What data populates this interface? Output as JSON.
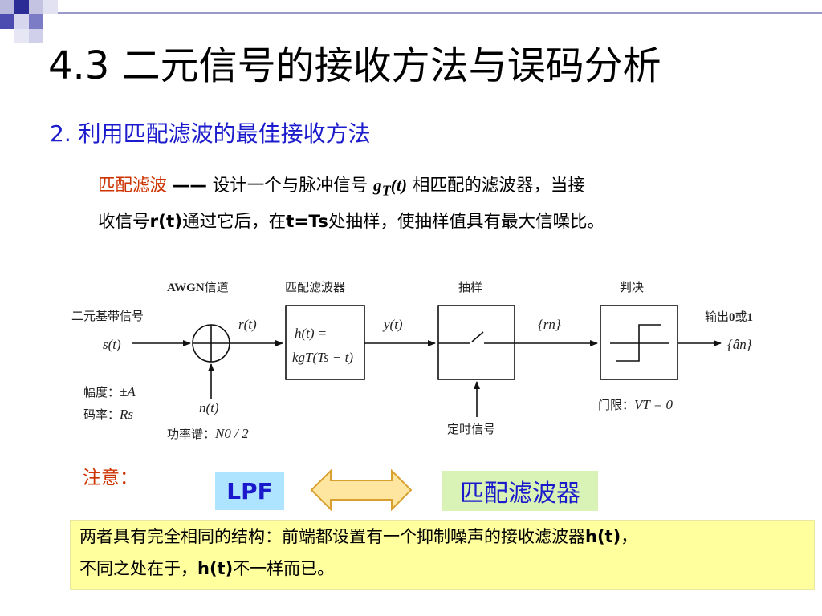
{
  "slide": {
    "title": "4.3 二元信号的接收方法与误码分析",
    "subtitle": "2. 利用匹配滤波的最佳接收方法",
    "definition": {
      "term": "匹配滤波",
      "dash": "——",
      "text_a": " 设计一个与脉冲信号 ",
      "g_symbol": "g",
      "g_subscript": "T",
      "g_arg": "(t)",
      "text_b": " 相匹配的滤波器，当接",
      "line2_a": "收信号",
      "line2_rt": "r(t)",
      "line2_b": "通过它后，在",
      "line2_ts": "t=Ts",
      "line2_c": "处抽样，使抽样值具有最大信噪比。"
    },
    "diagram": {
      "label_awgn_bold": "AWGN",
      "label_awgn_rest": "信道",
      "label_filter": "匹配滤波器",
      "label_sample": "抽样",
      "label_decide": "判决",
      "input_label": "二元基带信号",
      "input_signal": "s(t)",
      "r_signal": "r(t)",
      "y_signal": "y(t)",
      "rn_signal": "{rn}",
      "output_label_a": "输出",
      "output_label_b": "0",
      "output_label_c": "或",
      "output_label_d": "1",
      "output_signal": "{ân}",
      "noise_signal": "n(t)",
      "filter_h1": "h(t) =",
      "filter_h2": "kgT(Ts − t)",
      "amplitude_label": "幅度：",
      "amplitude_value": "±A",
      "rate_label": "码率：",
      "rate_value": "Rs",
      "psd_label": "功率谱：",
      "psd_value": "N0 / 2",
      "timing_label": "定时信号",
      "threshold_label": "门限：",
      "threshold_value": "VT = 0"
    },
    "note_label": "注意：",
    "lpf_label": "LPF",
    "mf_label": "匹配滤波器",
    "summary": {
      "line1_a": "两者具有完全相同的结构：前端都设置有一个抑制噪声的接收滤波器",
      "line1_h": "h(t)",
      "line1_b": "，",
      "line2_a": "不同之处在于，",
      "line2_h": "h(t)",
      "line2_b": "不一样而已。"
    }
  },
  "colors": {
    "title": "#000000",
    "subtitle": "#1c1ccc",
    "term": "#cc3300",
    "lpf_bg": "#aee4ff",
    "mf_bg": "#d9f2b6",
    "arrow_fill": "#ffe6a0",
    "arrow_stroke": "#d9a030",
    "summary_bg": "#ffff9e"
  }
}
